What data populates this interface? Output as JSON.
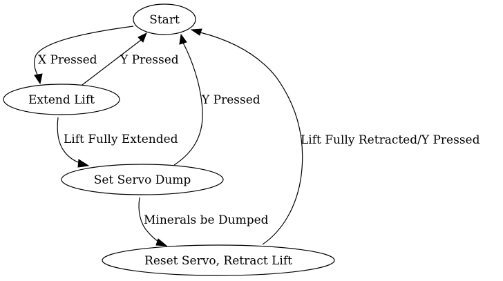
{
  "diagram": {
    "nodes": {
      "start": "Start",
      "extend_lift": "Extend Lift",
      "set_servo_dump": "Set Servo Dump",
      "reset_servo": "Reset Servo, Retract Lift"
    },
    "edges": {
      "start_to_extend": "X Pressed",
      "extend_to_start": "Y Pressed",
      "extend_to_servo": "Lift Fully Extended",
      "servo_to_start": "Y Pressed",
      "servo_to_reset": "Minerals be Dumped",
      "reset_to_start": "Lift Fully Retracted/Y Pressed"
    }
  }
}
